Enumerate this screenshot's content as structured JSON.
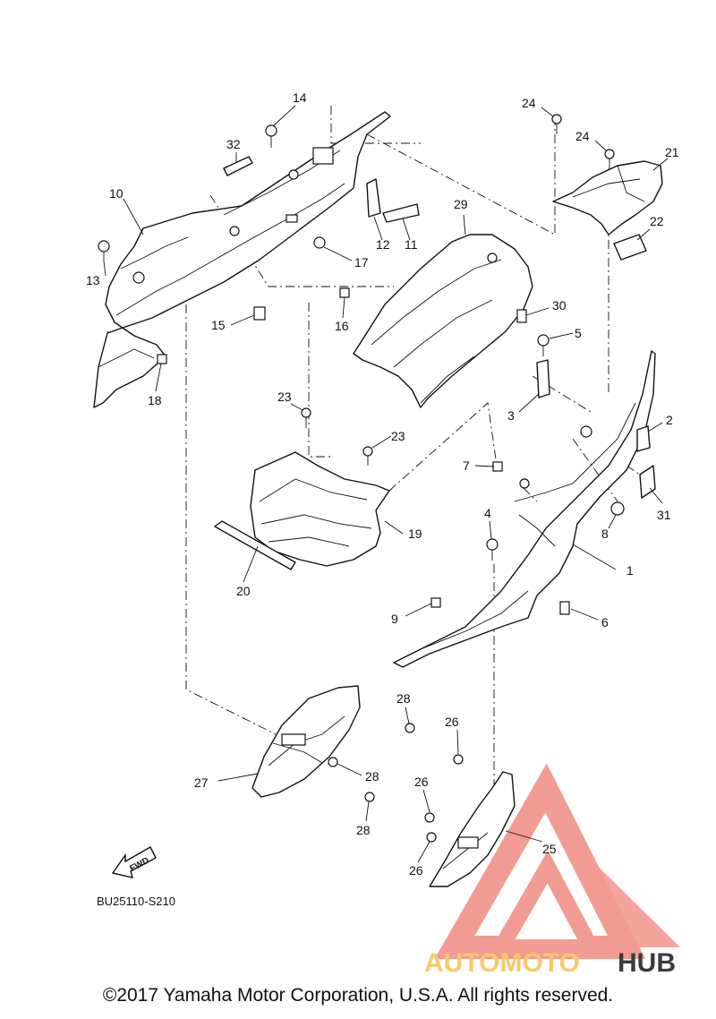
{
  "diagram": {
    "callouts": [
      {
        "id": "1",
        "label": "1"
      },
      {
        "id": "2",
        "label": "2"
      },
      {
        "id": "3",
        "label": "3"
      },
      {
        "id": "4",
        "label": "4"
      },
      {
        "id": "5",
        "label": "5"
      },
      {
        "id": "6",
        "label": "6"
      },
      {
        "id": "7",
        "label": "7"
      },
      {
        "id": "8",
        "label": "8"
      },
      {
        "id": "9",
        "label": "9"
      },
      {
        "id": "10",
        "label": "10"
      },
      {
        "id": "11",
        "label": "11"
      },
      {
        "id": "12",
        "label": "12"
      },
      {
        "id": "13",
        "label": "13"
      },
      {
        "id": "14",
        "label": "14"
      },
      {
        "id": "15",
        "label": "15"
      },
      {
        "id": "16",
        "label": "16"
      },
      {
        "id": "17",
        "label": "17"
      },
      {
        "id": "18",
        "label": "18"
      },
      {
        "id": "19",
        "label": "19"
      },
      {
        "id": "20",
        "label": "20"
      },
      {
        "id": "21",
        "label": "21"
      },
      {
        "id": "22",
        "label": "22"
      },
      {
        "id": "23a",
        "label": "23"
      },
      {
        "id": "23b",
        "label": "23"
      },
      {
        "id": "24a",
        "label": "24"
      },
      {
        "id": "24b",
        "label": "24"
      },
      {
        "id": "25",
        "label": "25"
      },
      {
        "id": "26a",
        "label": "26"
      },
      {
        "id": "26b",
        "label": "26"
      },
      {
        "id": "26c",
        "label": "26"
      },
      {
        "id": "27",
        "label": "27"
      },
      {
        "id": "28a",
        "label": "28"
      },
      {
        "id": "28b",
        "label": "28"
      },
      {
        "id": "28c",
        "label": "28"
      },
      {
        "id": "29",
        "label": "29"
      },
      {
        "id": "30",
        "label": "30"
      },
      {
        "id": "31",
        "label": "31"
      },
      {
        "id": "32",
        "label": "32"
      }
    ],
    "fwd_label": "FWD",
    "diagram_code": "BU25110-S210",
    "copyright": "©2017 Yamaha Motor Corporation, U.S.A. All rights reserved.",
    "watermark": {
      "part1": "AUTOMOTO",
      "part2": "HUB",
      "color_primary": "#f08a80",
      "color_accent": "#f6c86e",
      "color_dark": "#3b3b3b"
    }
  }
}
